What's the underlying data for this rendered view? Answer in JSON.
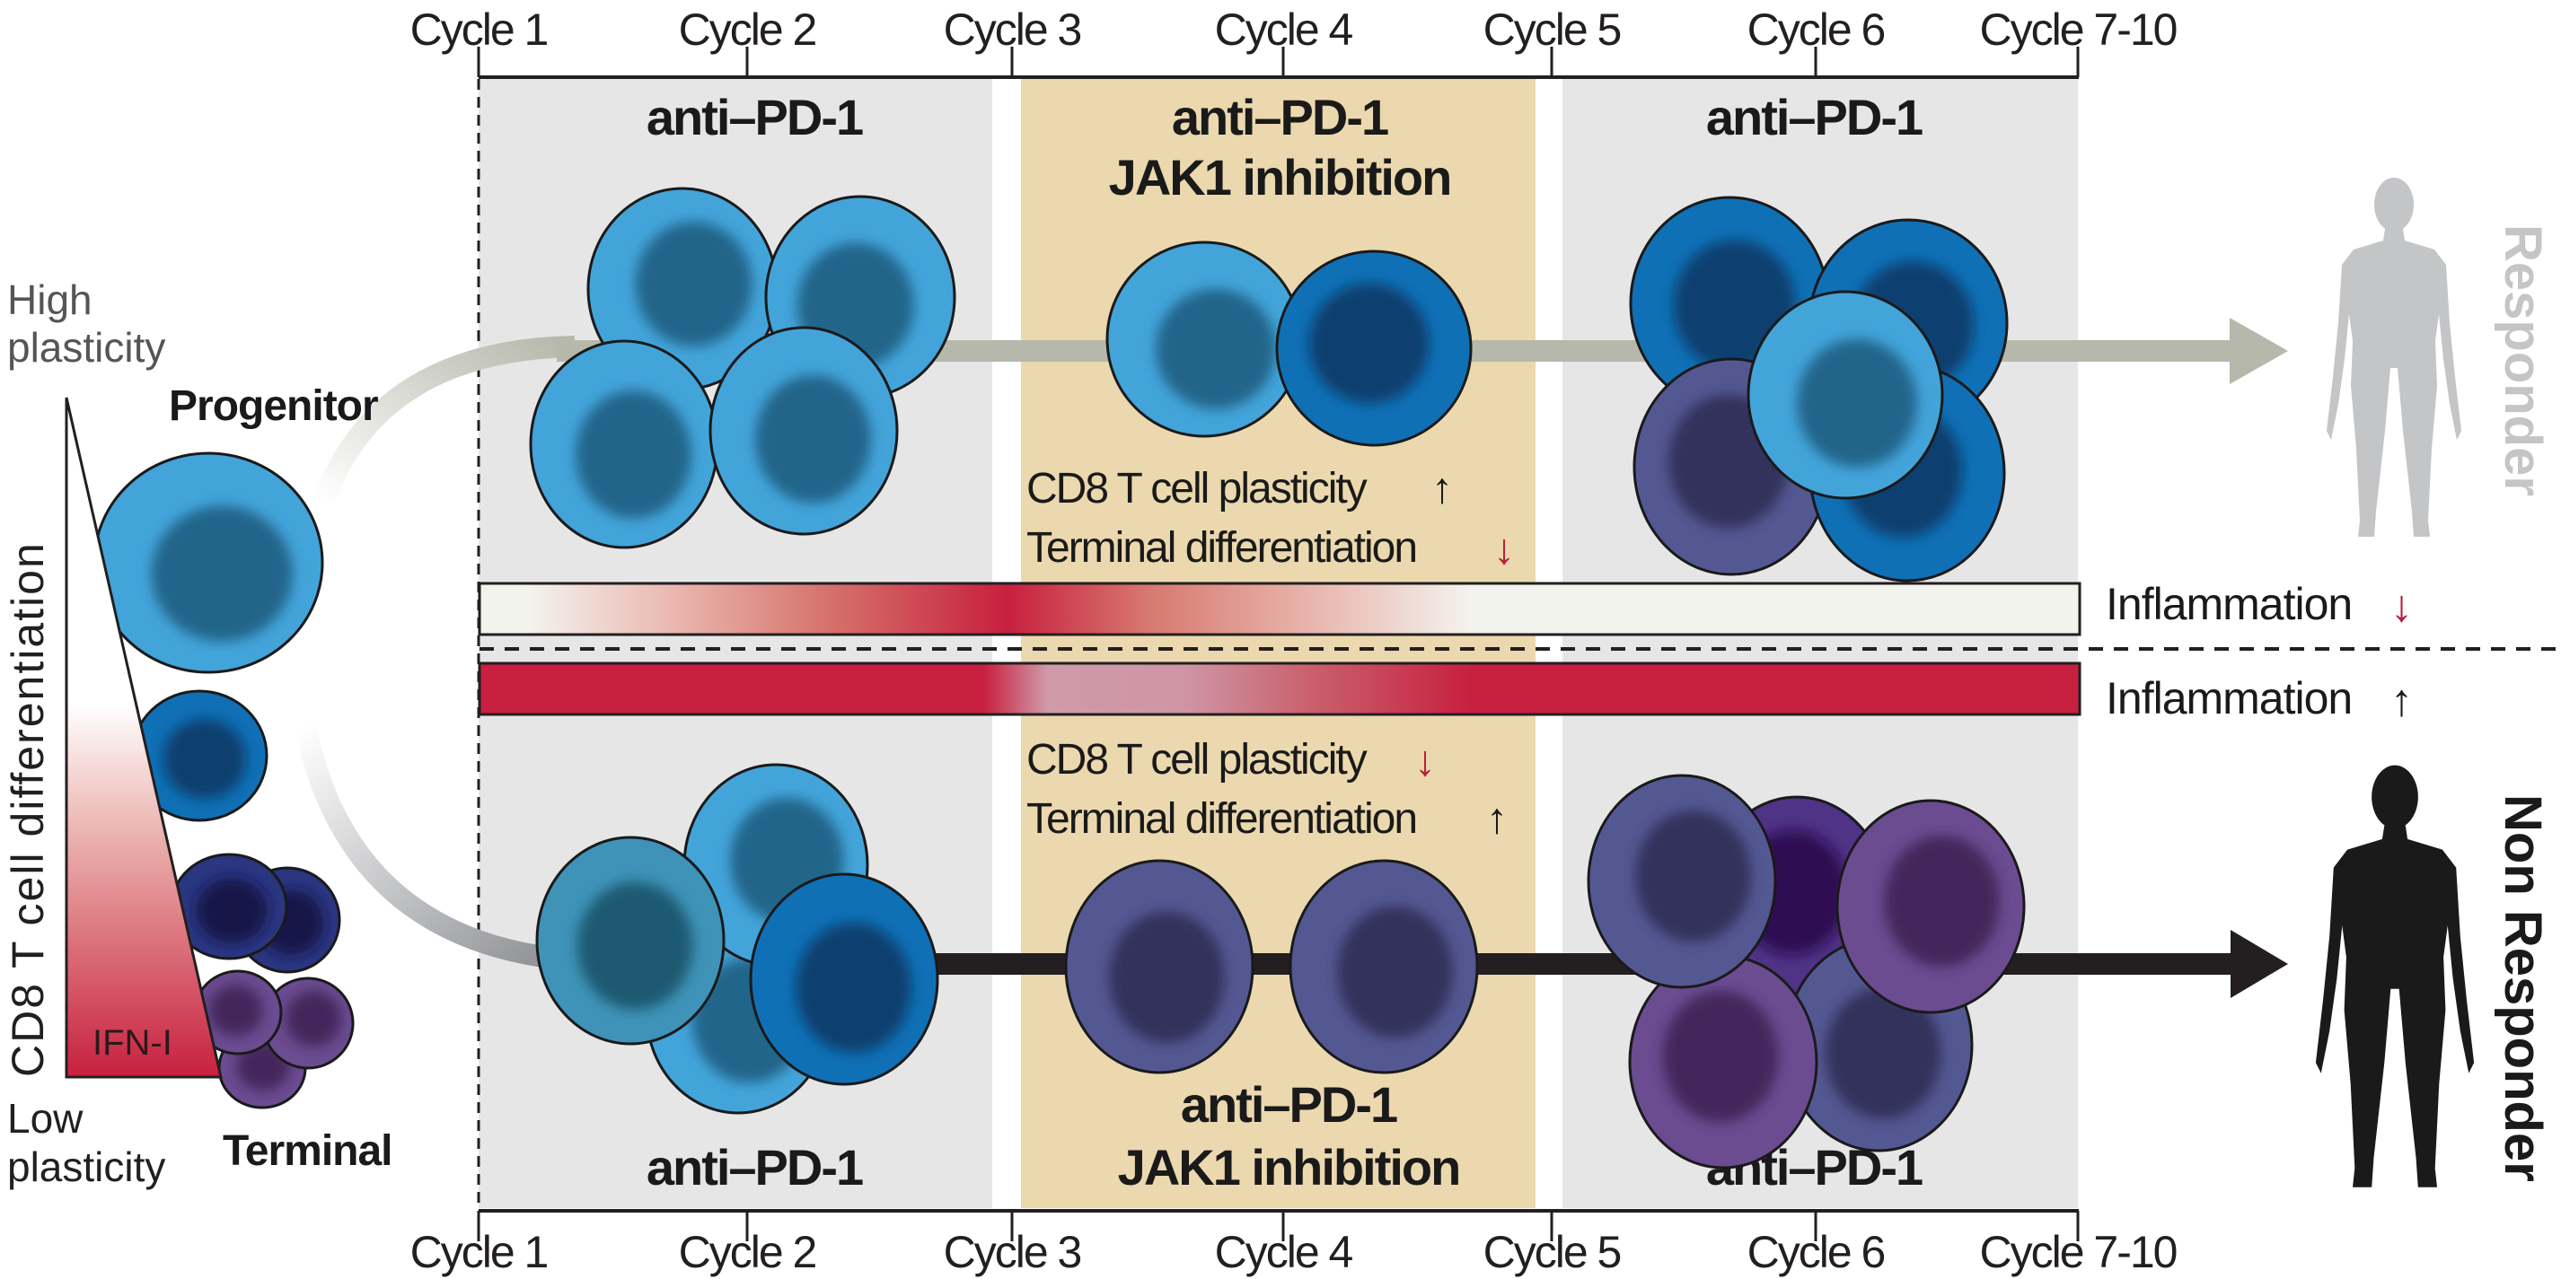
{
  "title": "JAK1 inhibition with anti-PD-1 restores CD8 T cell plasticity",
  "timeline": {
    "cycles": [
      "Cycle 1",
      "Cycle 2",
      "Cycle 3",
      "Cycle 4",
      "Cycle 5",
      "Cycle 6",
      "Cycle 7-10"
    ]
  },
  "phases": [
    {
      "id": "phase1",
      "label": "anti–PD-1",
      "sublabel": "",
      "color": "#e6e6e6"
    },
    {
      "id": "phase2",
      "label": "anti–PD-1",
      "sublabel": "JAK1 inhibition",
      "color": "#ebd8ae"
    },
    {
      "id": "phase3",
      "label": "anti–PD-1",
      "sublabel": "",
      "color": "#e6e6e6"
    }
  ],
  "left_panel": {
    "high_label_1": "High",
    "high_label_2": "plasticity",
    "low_label_1": "Low",
    "low_label_2": "plasticity",
    "progenitor_label": "Progenitor",
    "terminal_label": "Terminal",
    "axis_label": "CD8 T cell  differentiation",
    "ifn_label": "IFN-I"
  },
  "responder_track": {
    "effect_1": "CD8 T cell plasticity",
    "effect_1_arrow": "↑",
    "effect_2": "Terminal differentiation",
    "effect_2_arrow": "↓",
    "inflammation_label": "Inflammation",
    "inflammation_arrow": "↓",
    "outcome_label": "Responder"
  },
  "nonresponder_track": {
    "effect_1": "CD8 T cell plasticity",
    "effect_1_arrow": "↓",
    "effect_2": "Terminal differentiation",
    "effect_2_arrow": "↑",
    "inflammation_label": "Inflammation",
    "inflammation_arrow": "↑",
    "outcome_label": "Non Responder"
  },
  "colors": {
    "cell_light": "#43a4da",
    "cell_light_nucleus": "#22658a",
    "cell_medium": "#1070b6",
    "cell_medium_nucleus": "#0a3f70",
    "cell_teal": "#3f93b8",
    "cell_teal_nucleus": "#1f5a72",
    "cell_navy": "#2a3680",
    "cell_navy_nucleus": "#12124a",
    "cell_slate": "#545892",
    "cell_slate_nucleus": "#30305c",
    "cell_purple": "#6b4c91",
    "cell_purple_nucleus": "#44265c",
    "cell_violet": "#4f3386",
    "cell_violet_nucleus": "#2d0f52",
    "inflammation_red": "#c8203f",
    "inflammation_low": "#f3f3ee",
    "inflammation_relief": "#cf9aa9",
    "arrow_down_red": "#b8203c",
    "responder_path": "#b5b8aa",
    "nonresponder_path": "#231f20",
    "responder_figure": "#c4c5c7",
    "nonresponder_figure": "#1a1a1a"
  }
}
